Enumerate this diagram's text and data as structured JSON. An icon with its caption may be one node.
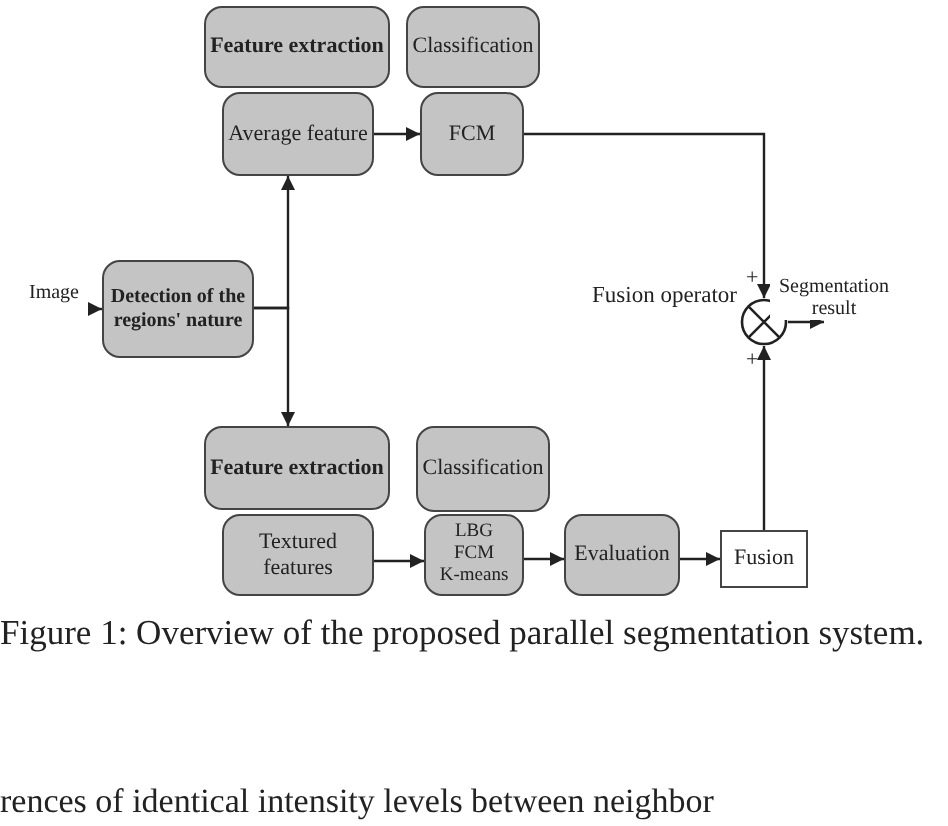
{
  "diagram": {
    "caption": "Figure 1: Overview of the proposed parallel segmentation system.",
    "nodes": [
      {
        "text": [
          "Feature extraction"
        ]
      },
      {
        "text": [
          "Classification"
        ]
      },
      {
        "text": [
          "Average feature"
        ]
      },
      {
        "text": [
          "FCM"
        ]
      },
      {
        "text": [
          "Image"
        ]
      },
      {
        "text": [
          "Detection of the regions' nature"
        ]
      },
      {
        "text": [],
        "shape": "circle",
        "beside": [
          "Fusion operator"
        ]
      },
      {
        "text": [
          "Feature extraction"
        ]
      },
      {
        "text": [
          "Classification"
        ]
      },
      {
        "text": [
          "Textured features"
        ]
      },
      {
        "text": [
          "LBG",
          "FCM",
          "K-means"
        ]
      },
      {
        "text": [
          "Evaluation"
        ]
      },
      {
        "text": [
          "Fusion"
        ]
      }
    ],
    "edges": [
      {
        "from": 4,
        "to": 5,
        "arrow": "to"
      },
      {
        "from": 5,
        "to": 2,
        "arrow": "to"
      },
      {
        "from": 5,
        "to": 7,
        "arrow": "to"
      },
      {
        "from": 2,
        "to": 3,
        "arrow": "to"
      },
      {
        "from": 3,
        "to": 6,
        "arrow": "to"
      },
      {
        "from": 9,
        "to": 10,
        "arrow": "to"
      },
      {
        "from": 10,
        "to": 11,
        "arrow": "to"
      },
      {
        "from": 11,
        "to": 12,
        "arrow": "to"
      },
      {
        "from": 12,
        "to": 6,
        "arrow": "to"
      },
      {
        "from": 6,
        "to": null,
        "arrow": "to",
        "label": "Segmentation result"
      }
    ],
    "labels": [
      "+",
      "+",
      "rences of identical intensity levels between neighbor"
    ]
  }
}
